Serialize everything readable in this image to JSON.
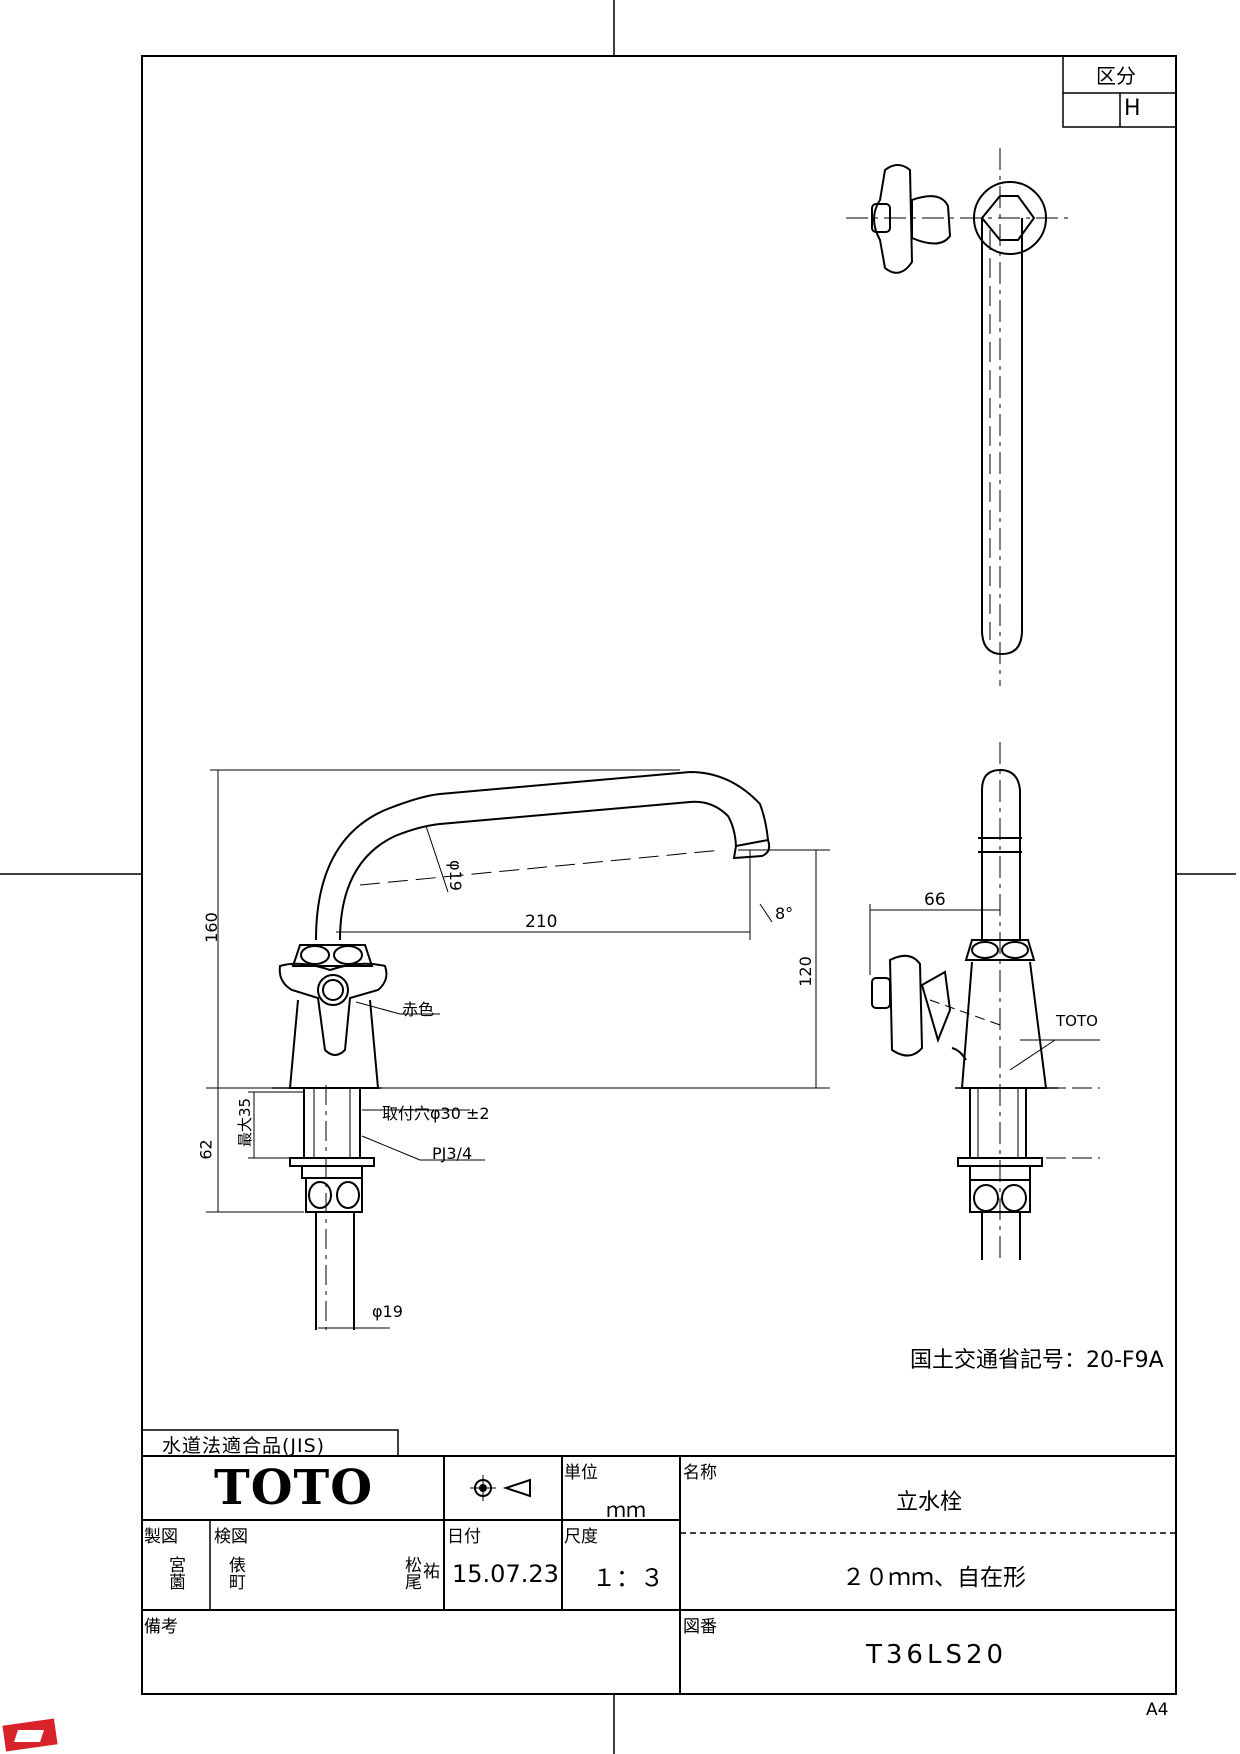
{
  "category_box": {
    "label": "区分",
    "value": "H"
  },
  "dimensions": {
    "height_total": "160",
    "spout_length": "210",
    "pipe_dia": "φ19",
    "spout_angle": "8°",
    "outlet_height": "120",
    "below_deck": "62",
    "max_thickness": "最大35",
    "mount_hole": "取付穴φ30 ±2",
    "thread": "PJ3/4",
    "inlet_dia": "φ19",
    "side_offset": "66",
    "handle_color": "赤色",
    "brand_mark": "TOTO"
  },
  "mlit_code": "国土交通省記号：20-F9A",
  "certification": "水道法適合品(JIS)",
  "title_block": {
    "logo": "TOTO",
    "unit_label": "単位",
    "unit_value": "ｍｍ",
    "name_label": "名称",
    "name_value": "立水栓",
    "spec_value": "２０ｍｍ、自在形",
    "drawn_label": "製図",
    "drawn_by": "宮薗",
    "checked_label": "検図",
    "checked_by": "俵町",
    "approved_by": "松尾",
    "approved_by2": "祐",
    "date_label": "日付",
    "date_value": "15.07.23",
    "scale_label": "尺度",
    "scale_value": "１：３",
    "remarks_label": "備考",
    "drawing_no_label": "図番",
    "drawing_no": "T36LS20"
  },
  "paper_size": "A4"
}
